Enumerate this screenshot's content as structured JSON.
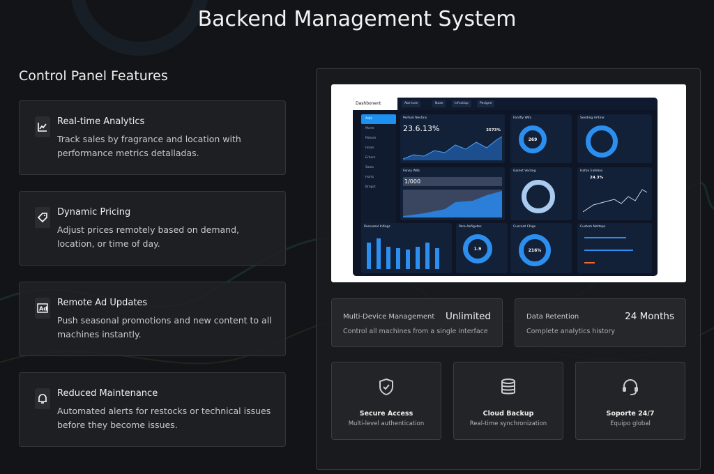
{
  "title": "Backend Management System",
  "section_title": "Control Panel Features",
  "features": [
    {
      "icon": "chart-line-icon",
      "title": "Real-time Analytics",
      "desc": "Track sales by fragrance and location with performance metrics detalladas."
    },
    {
      "icon": "tag-icon",
      "title": "Dynamic Pricing",
      "desc": "Adjust prices remotely based on demand, location, or time of day."
    },
    {
      "icon": "ad-icon",
      "title": "Remote Ad Updates",
      "desc": "Push seasonal promotions and new content to all machines instantly."
    },
    {
      "icon": "bell-icon",
      "title": "Reduced Maintenance",
      "desc": "Automated alerts for restocks or technical issues before they become issues."
    }
  ],
  "dashboard": {
    "logo": "Dashbonent",
    "pills": [
      "Abe ture",
      "Naxe",
      "Infnctiop",
      "Pesigne"
    ],
    "side": [
      "Aqts",
      "Morle",
      "Pohore",
      "Hrom",
      "Erhers",
      "Sales",
      "Horts",
      "Brogct"
    ],
    "cards": [
      "Perfum Nectins",
      "Fantfly Wits",
      "Sending Arltine",
      "Fensy Wits",
      "Garest Vecling",
      "Hafon Exfelins",
      "Pessumel Infings",
      "Pore-Aefigutes",
      "Cuscent Chigs",
      "Custom Nettops"
    ],
    "values": {
      "main": "23.6.13%",
      "side": "2573%",
      "donut1": "269",
      "area": "1/000",
      "pct": "24.3%",
      "small": "1.9",
      "donut2": "216%"
    }
  },
  "stats": [
    {
      "label": "Multi-Device Management",
      "value": "Unlimited",
      "sub": "Control all machines from a single interface"
    },
    {
      "label": "Data Retention",
      "value": "24 Months",
      "sub": "Complete analytics history"
    }
  ],
  "minis": [
    {
      "icon": "shield-check-icon",
      "title": "Secure Access",
      "sub": "Multi-level authentication"
    },
    {
      "icon": "database-icon",
      "title": "Cloud Backup",
      "sub": "Real-time synchronization"
    },
    {
      "icon": "headset-icon",
      "title": "Soporte 24/7",
      "sub": "Equipo global"
    }
  ]
}
